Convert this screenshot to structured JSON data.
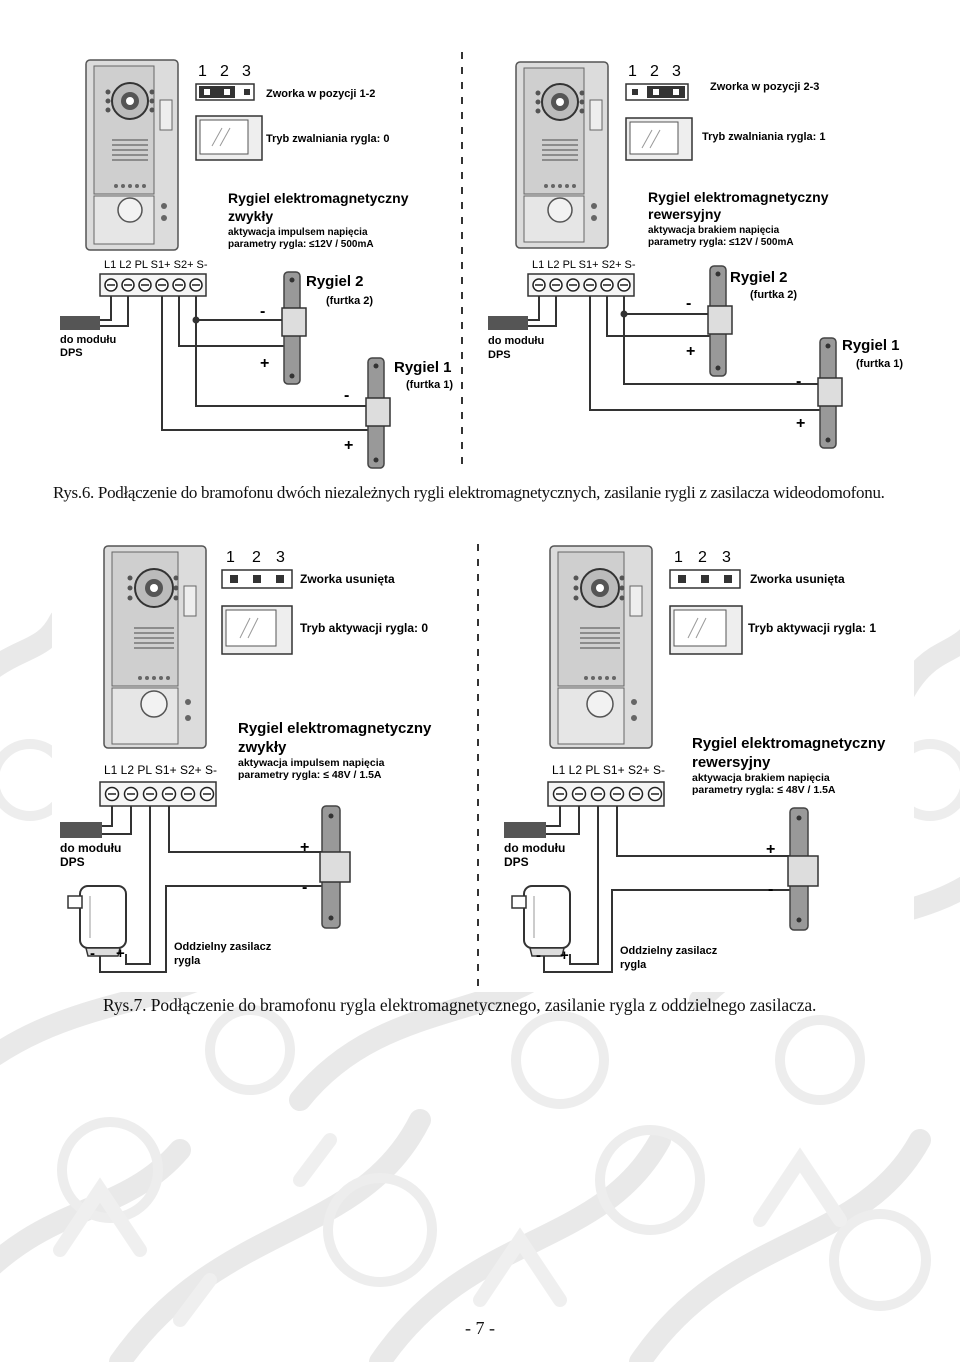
{
  "colors": {
    "wire": "#333333",
    "panel": "#d9d9d9",
    "lock": "#8a8a8a",
    "watermark": "#e6e6e6"
  },
  "fig6": {
    "caption": "Rys.6. Podłączenie do bramofonu dwóch  niezależnych rygli elektromagnetycznych, zasilanie rygli z zasilacza wideodomofonu.",
    "left": {
      "jumper_numbers": [
        "1",
        "2",
        "3"
      ],
      "jumper_label": "Zworka w pozycji 1-2",
      "mode_label": "Tryb zwalniania rygla: 0",
      "lock_title_1": "Rygiel elektromagnetyczny",
      "lock_title_2": "zwykły",
      "lock_note": "aktywacja impulsem napięcia",
      "lock_params": "parametry rygla:  ≤12V / 500mA",
      "terminals": "L1 L2 PL  S1+ S2+ S-",
      "dps_1": "do modułu",
      "dps_2": "DPS",
      "lock2_name": "Rygiel 2",
      "lock2_sub": "(furtka 2)",
      "lock1_name": "Rygiel 1",
      "lock1_sub": "(furtka 1)",
      "minus": "-",
      "plus": "+"
    },
    "right": {
      "jumper_numbers": [
        "1",
        "2",
        "3"
      ],
      "jumper_label": "Zworka w pozycji 2-3",
      "mode_label": "Tryb zwalniania rygla: 1",
      "lock_title_1": "Rygiel elektromagnetyczny",
      "lock_title_2": "rewersyjny",
      "lock_note": "aktywacja brakiem napięcia",
      "lock_params": "parametry rygla:  ≤12V / 500mA",
      "terminals": "L1 L2 PL  S1+ S2+ S-",
      "dps_1": "do modułu",
      "dps_2": "DPS",
      "lock2_name": "Rygiel 2",
      "lock2_sub": "(furtka 2)",
      "lock1_name": "Rygiel 1",
      "lock1_sub": "(furtka 1)",
      "minus": "-",
      "plus": "+"
    }
  },
  "fig7": {
    "caption": "Rys.7. Podłączenie do bramofonu rygla elektromagnetycznego, zasilanie rygla z oddzielnego zasilacza.",
    "left": {
      "jumper_numbers": [
        "1",
        "2",
        "3"
      ],
      "jumper_label": "Zworka usunięta",
      "mode_label": "Tryb aktywacji rygla: 0",
      "lock_title_1": "Rygiel elektromagnetyczny",
      "lock_title_2": "zwykły",
      "lock_note": "aktywacja impulsem napięcia",
      "lock_params": "parametry rygla:  ≤ 48V / 1.5A",
      "terminals": "L1 L2 PL  S1+ S2+ S-",
      "dps_1": "do modułu",
      "dps_2": "DPS",
      "psu_1": "Oddzielny zasilacz",
      "psu_2": "rygla",
      "minus": "-",
      "plus": "+"
    },
    "right": {
      "jumper_numbers": [
        "1",
        "2",
        "3"
      ],
      "jumper_label": "Zworka usunięta",
      "mode_label": "Tryb aktywacji rygla: 1",
      "lock_title_1": "Rygiel elektromagnetyczny",
      "lock_title_2": "rewersyjny",
      "lock_note": "aktywacja brakiem napięcia",
      "lock_params": "parametry rygla:  ≤ 48V / 1.5A",
      "terminals": "L1 L2 PL  S1+ S2+ S-",
      "dps_1": "do modułu",
      "dps_2": "DPS",
      "psu_1": "Oddzielny zasilacz",
      "psu_2": "rygla",
      "minus": "-",
      "plus": "+"
    }
  },
  "page_number": "- 7 -"
}
